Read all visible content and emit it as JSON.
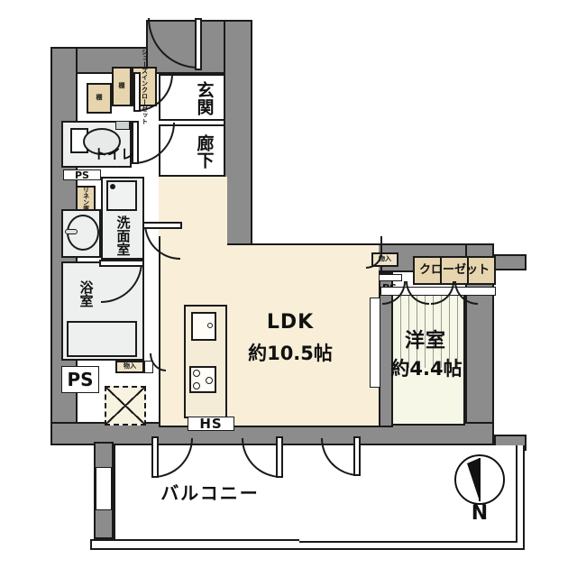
{
  "document": {
    "type": "floor-plan",
    "layout_code": "1LDK",
    "background_color": "#ffffff",
    "wall_color": "#8c8c8c",
    "room_floor_color": "#f7f3e0",
    "ldk_floor_color": "#f9efd8",
    "closet_color": "#e6d5ae",
    "outline_color": "#1a1a1a"
  },
  "rooms": {
    "ldk": {
      "name": "LDK",
      "size": "約10.5帖"
    },
    "bedroom": {
      "name": "洋室",
      "size": "約4.4帖"
    },
    "entrance": {
      "name": "玄関"
    },
    "hallway": {
      "name": "廊下"
    },
    "toilet": {
      "name": "トイレ"
    },
    "washroom": {
      "name": "洗面室"
    },
    "bathroom": {
      "name": "浴室"
    },
    "balcony": {
      "name": "バルコニー"
    }
  },
  "storage": {
    "shoes_closet": {
      "name": "シューズインクローゼット"
    },
    "shelf_1": {
      "name": "棚"
    },
    "shelf_2": {
      "name": "棚"
    },
    "linen": {
      "name": "リネン庫"
    },
    "closet": {
      "name": "クローゼット"
    },
    "storage_ldk": {
      "name": "物入"
    },
    "storage_bedroom": {
      "name": "物入"
    }
  },
  "labels": {
    "ps_washroom": "PS",
    "ps_left_big": "PS",
    "ps_bedroom": "PS",
    "hs": "HS"
  },
  "compass": {
    "north_label": "N",
    "needle_color": "#111111"
  }
}
